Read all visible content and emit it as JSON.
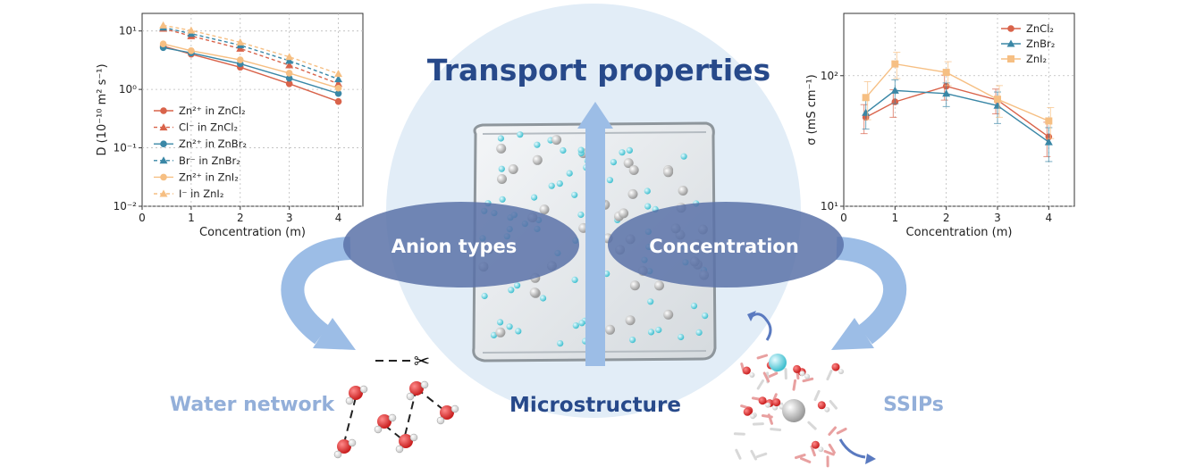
{
  "title": "Transport properties",
  "center_label": "Microstructure",
  "left_ellipse": "Anion types",
  "right_ellipse": "Concentration",
  "left_bottom_label": "Water network",
  "right_bottom_label": "SSIPs",
  "colors": {
    "title": "#27498a",
    "ellipse": "#5a72a8",
    "arrow": "#9cbde6",
    "faint_label": "#93afd9",
    "circle": "#e2edf7",
    "zncl2": "#d9634a",
    "znbr2": "#3a87a6",
    "zni2": "#f6bf83",
    "oxygen": "#dd2b2b",
    "cyan_atom": "#3fbfcf"
  },
  "icons": [
    "scissors-icon"
  ],
  "chart_data": [
    {
      "type": "line",
      "yscale": "log",
      "xlabel": "Concentration (m)",
      "ylabel": "D (10⁻¹⁰ m² s⁻¹)",
      "xlim": [
        0,
        4.5
      ],
      "ylim": [
        0.01,
        20
      ],
      "xticks": [
        "0",
        "1",
        "2",
        "3",
        "4"
      ],
      "yticks": [
        "10⁻²",
        "10⁻¹",
        "10⁰",
        "10¹"
      ],
      "grid": true,
      "legend_position": "lower-left",
      "x": [
        0.43,
        1,
        2,
        3,
        4
      ],
      "series": [
        {
          "name": "Zn²⁺ in ZnCl₂",
          "values": [
            5.5,
            4.0,
            2.4,
            1.25,
            0.62
          ],
          "color": "#d9634a",
          "marker": "circle",
          "dashed": false
        },
        {
          "name": "Cl⁻ in ZnCl₂",
          "values": [
            11.0,
            8.2,
            5.0,
            2.6,
            1.25
          ],
          "color": "#d9634a",
          "marker": "triangle",
          "dashed": true
        },
        {
          "name": "Zn²⁺ in ZnBr₂",
          "values": [
            5.2,
            4.2,
            2.75,
            1.55,
            0.85
          ],
          "color": "#3a87a6",
          "marker": "circle",
          "dashed": false
        },
        {
          "name": "Br⁻ in ZnBr₂",
          "values": [
            11.5,
            9.0,
            5.7,
            3.1,
            1.5
          ],
          "color": "#3a87a6",
          "marker": "triangle",
          "dashed": true
        },
        {
          "name": "Zn²⁺ in ZnI₂",
          "values": [
            6.0,
            4.6,
            3.2,
            1.9,
            1.05
          ],
          "color": "#f6bf83",
          "marker": "circle",
          "dashed": false
        },
        {
          "name": "I⁻ in ZnI₂",
          "values": [
            12.5,
            10.2,
            6.4,
            3.6,
            1.85
          ],
          "color": "#f6bf83",
          "marker": "triangle",
          "dashed": true
        }
      ]
    },
    {
      "type": "line",
      "yscale": "log",
      "xlabel": "Concentration (m)",
      "ylabel": "σ (mS cm⁻¹)",
      "xlim": [
        0,
        4.5
      ],
      "ylim": [
        10,
        300
      ],
      "xticks": [
        "0",
        "1",
        "2",
        "3",
        "4"
      ],
      "yticks": [
        "10¹",
        "10²"
      ],
      "grid": true,
      "legend_position": "top-right",
      "x": [
        0.43,
        1,
        2,
        3,
        4
      ],
      "series": [
        {
          "name": "ZnCl₂",
          "values": [
            48,
            63,
            83,
            65,
            34
          ],
          "errors": [
            12,
            15,
            18,
            14,
            10
          ],
          "color": "#d9634a",
          "marker": "circle"
        },
        {
          "name": "ZnBr₂",
          "values": [
            52,
            77,
            73,
            59,
            31
          ],
          "errors": [
            13,
            16,
            15,
            16,
            9
          ],
          "color": "#3a87a6",
          "marker": "triangle"
        },
        {
          "name": "ZnI₂",
          "values": [
            68,
            123,
            106,
            66,
            45
          ],
          "errors": [
            22,
            28,
            22,
            18,
            12
          ],
          "color": "#f6bf83",
          "marker": "square"
        }
      ]
    }
  ]
}
